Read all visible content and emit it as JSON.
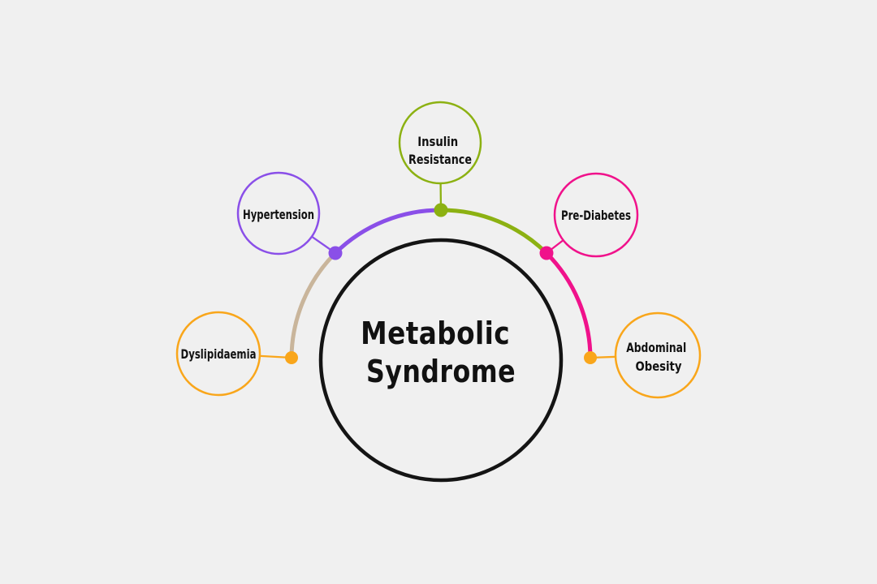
{
  "title": "Metabolic Syndrome",
  "background_color": "#F0F0F0",
  "label_color": "#111111",
  "center": {
    "label_line1": "Metabolic",
    "label_line2": "Syndrome",
    "ring_color": "#141414",
    "text_color": "#111111"
  },
  "nodes": [
    {
      "id": "insulin-resistance",
      "label_line1": "Insulin",
      "label_line2": "Resistance",
      "color": "#8CB112"
    },
    {
      "id": "hypertension",
      "label_line1": "Hypertension",
      "label_line2": "",
      "color": "#8A4FE8"
    },
    {
      "id": "pre-diabetes",
      "label_line1": "Pre-Diabetes",
      "label_line2": "",
      "color": "#F0128B"
    },
    {
      "id": "dyslipidaemia",
      "label_line1": "Dyslipidaemia",
      "label_line2": "",
      "color": "#F9A61B"
    },
    {
      "id": "abdominal-obesity",
      "label_line1": "Abdominal",
      "label_line2": "Obesity",
      "color": "#F9A61B"
    }
  ],
  "arc_segments": [
    {
      "from": "dyslipidaemia",
      "to": "hypertension",
      "color": "#C9B59B"
    },
    {
      "from": "hypertension",
      "to": "insulin-resistance",
      "color": "#8A4FE8"
    },
    {
      "from": "insulin-resistance",
      "to": "pre-diabetes",
      "color": "#8CB112"
    },
    {
      "from": "pre-diabetes",
      "to": "abdominal-obesity",
      "color": "#F0128B"
    }
  ]
}
